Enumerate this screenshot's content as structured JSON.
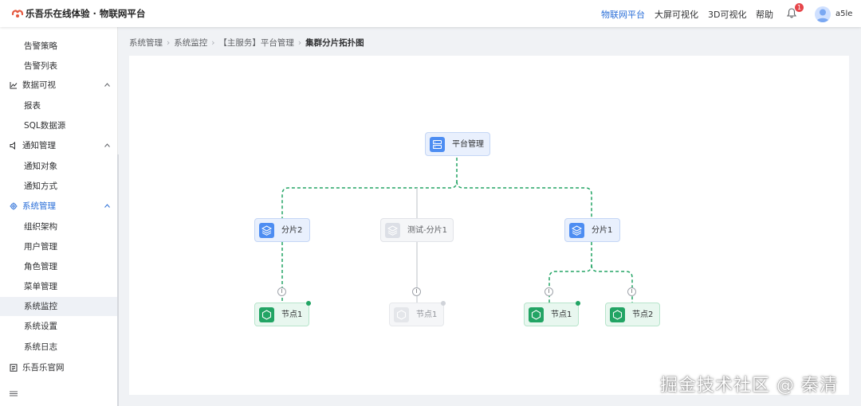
{
  "header": {
    "brand": "乐吾乐在线体验 · 物联网平台",
    "nav": [
      "物联网平台",
      "大屏可视化",
      "3D可视化",
      "帮助"
    ],
    "active_nav": "物联网平台",
    "notification_count": "1",
    "username": "a5le"
  },
  "sidebar": {
    "items": [
      {
        "label": "告警策略",
        "kind": "sub"
      },
      {
        "label": "告警列表",
        "kind": "sub"
      },
      {
        "label": "数据可视",
        "kind": "group",
        "icon": "chart-line-icon"
      },
      {
        "label": "报表",
        "kind": "sub"
      },
      {
        "label": "SQL数据源",
        "kind": "sub"
      },
      {
        "label": "通知管理",
        "kind": "group",
        "icon": "speaker-icon"
      },
      {
        "label": "通知对象",
        "kind": "sub"
      },
      {
        "label": "通知方式",
        "kind": "sub"
      },
      {
        "label": "系统管理",
        "kind": "group",
        "icon": "gear-icon",
        "active": true
      },
      {
        "label": "组织架构",
        "kind": "sub"
      },
      {
        "label": "用户管理",
        "kind": "sub"
      },
      {
        "label": "角色管理",
        "kind": "sub"
      },
      {
        "label": "菜单管理",
        "kind": "sub"
      },
      {
        "label": "系统监控",
        "kind": "sub",
        "selected": true
      },
      {
        "label": "系统设置",
        "kind": "sub"
      },
      {
        "label": "系统日志",
        "kind": "sub"
      },
      {
        "label": "乐吾乐官网",
        "kind": "group",
        "icon": "document-icon"
      }
    ]
  },
  "breadcrumb": [
    "系统管理",
    "系统监控",
    "【主服务】平台管理",
    "集群分片拓扑图"
  ],
  "topology": {
    "root": {
      "label": "平台管理"
    },
    "shards": [
      {
        "label": "分片2",
        "status": "active"
      },
      {
        "label": "测试-分片1",
        "status": "inactive"
      },
      {
        "label": "分片1",
        "status": "active"
      }
    ],
    "nodes": [
      {
        "label": "节点1",
        "status": "online"
      },
      {
        "label": "节点1",
        "status": "offline"
      },
      {
        "label": "节点1",
        "status": "online"
      },
      {
        "label": "节点2",
        "status": "online"
      }
    ],
    "port_label": "I"
  },
  "colors": {
    "accent": "#2b6fd8",
    "active_edge": "#22a464",
    "inactive_edge": "#c7cad0",
    "shard": "#4d8df2",
    "node_online": "#22a464"
  },
  "watermark": "掘金技术社区 @ 秦清"
}
